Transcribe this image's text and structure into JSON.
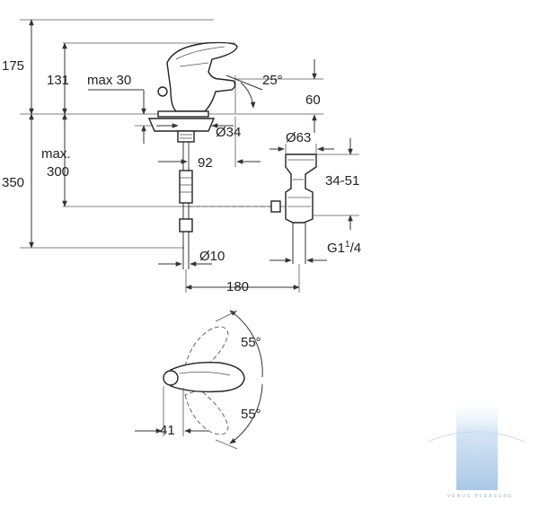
{
  "dimensions": {
    "d175": "175",
    "d131": "131",
    "dmax30": "max 30",
    "d25": "25°",
    "d60": "60",
    "dmax": "max.",
    "d300": "300",
    "d350": "350",
    "d34": "Ø34",
    "d92": "92",
    "d63": "Ø63",
    "d3451": "34-51",
    "dg1": "G1",
    "dg1sup": "1",
    "dg1frac": "/4",
    "d10": "Ø10",
    "d180": "180",
    "d55top": "55°",
    "d55bot": "55°",
    "d41": "41"
  },
  "watermark": {
    "text": "VENUS PLEASURE"
  },
  "colors": {
    "line": "#333333",
    "watermark": "#a9c8e6"
  }
}
